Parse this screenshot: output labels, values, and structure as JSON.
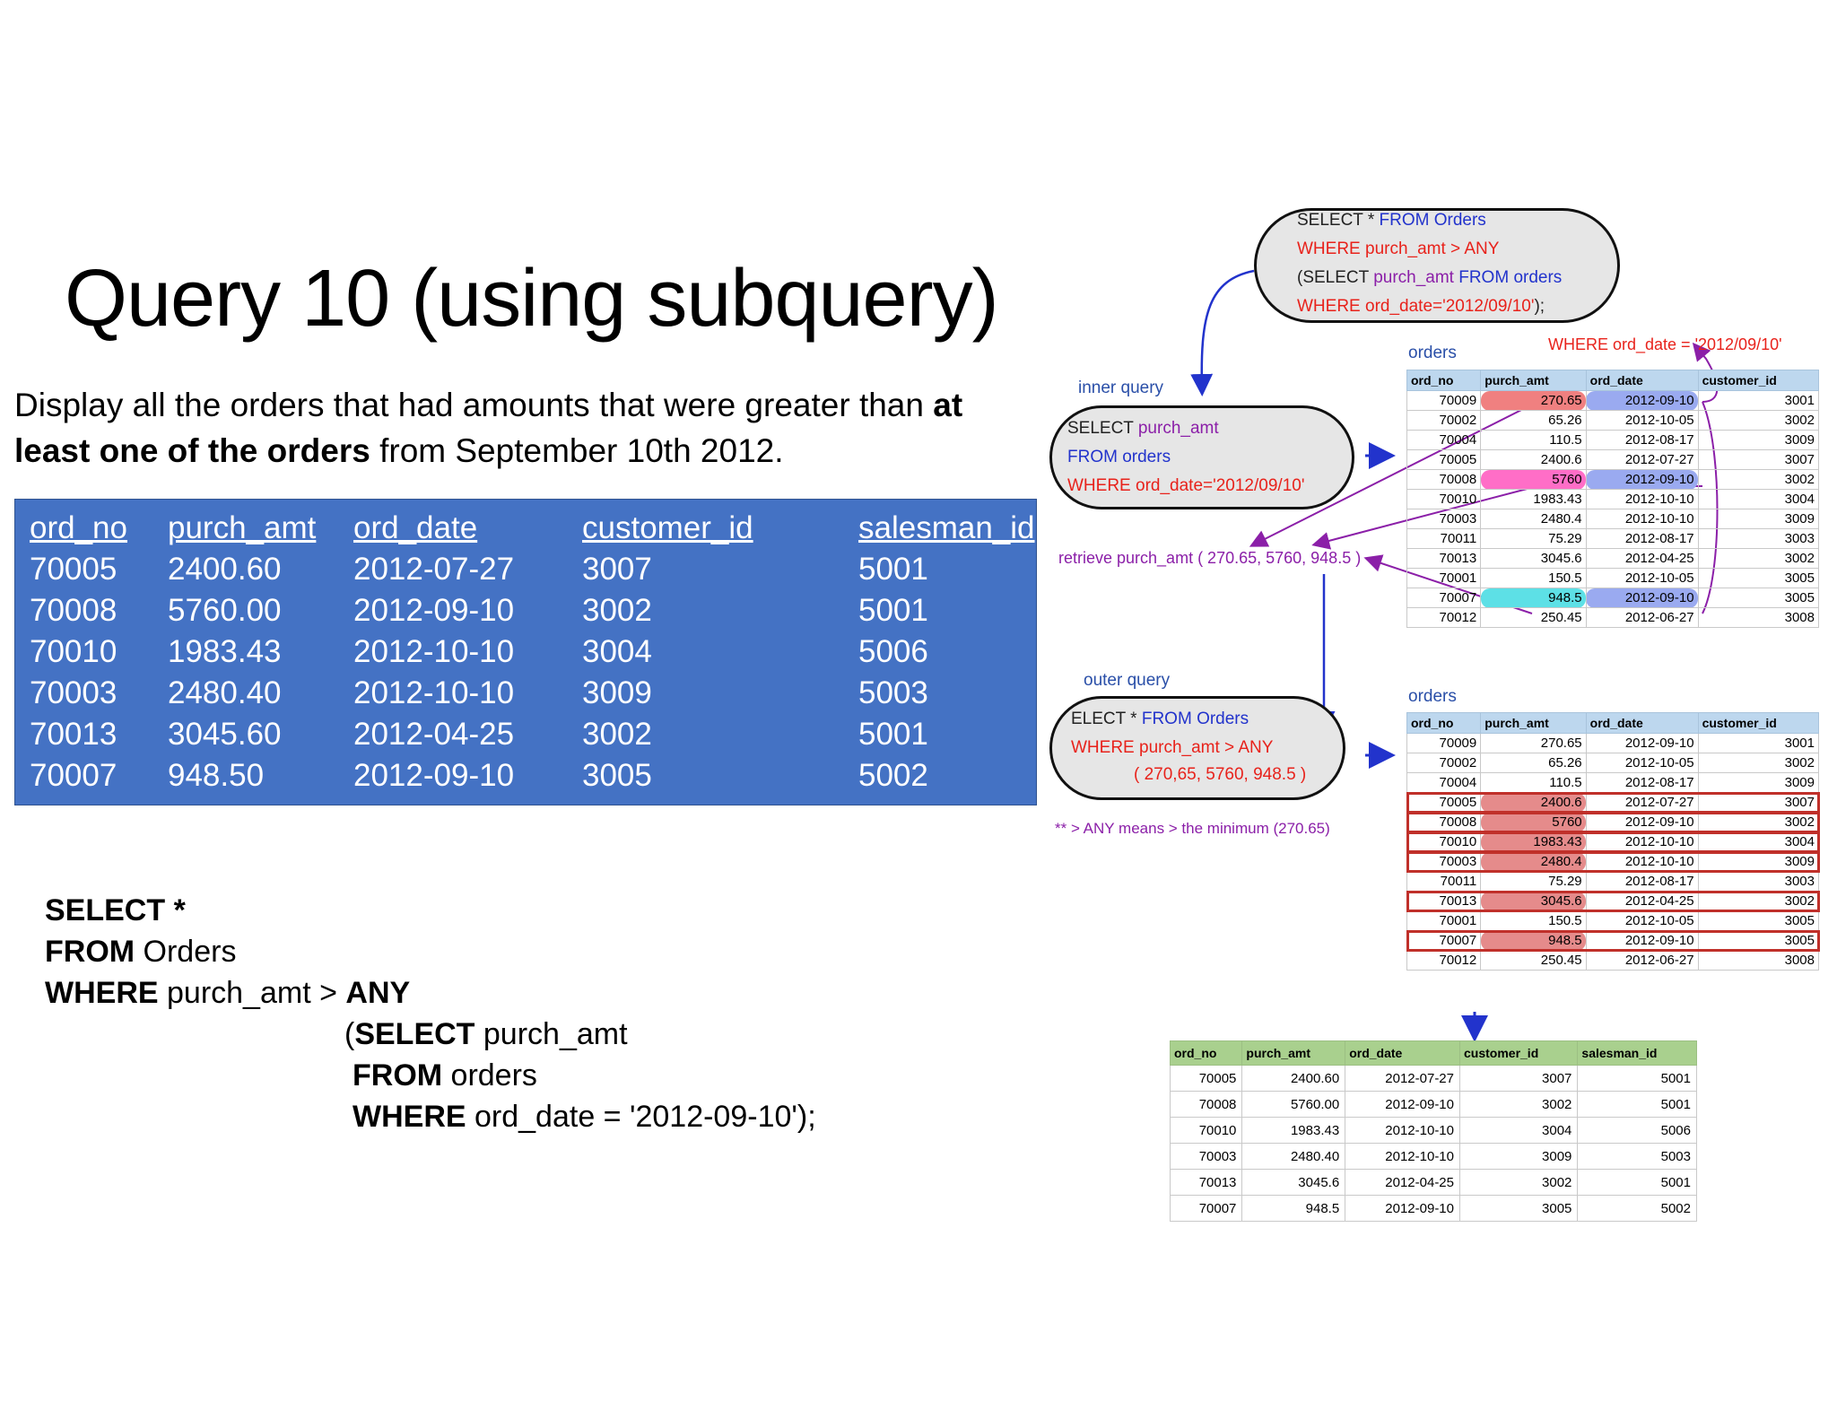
{
  "slide": {
    "title": "Query 10 (using subquery)",
    "description": {
      "part1": "Display all the orders that had amounts that were greater than ",
      "bold": "at least one of the orders",
      "part2": " from September 10th 2012."
    }
  },
  "result_table": {
    "headers": [
      "ord_no",
      "purch_amt",
      "ord_date",
      "customer_id",
      "salesman_id"
    ],
    "rows": [
      [
        "70005",
        "2400.60",
        "2012-07-27",
        "3007",
        "5001"
      ],
      [
        "70008",
        "5760.00",
        "2012-09-10",
        "3002",
        "5001"
      ],
      [
        "70010",
        "1983.43",
        "2012-10-10",
        "3004",
        "5006"
      ],
      [
        "70003",
        "2480.40",
        "2012-10-10",
        "3009",
        "5003"
      ],
      [
        "70013",
        "3045.60",
        "2012-04-25",
        "3002",
        "5001"
      ],
      [
        "70007",
        "948.50",
        "2012-09-10",
        "3005",
        "5002"
      ]
    ]
  },
  "sql": {
    "l1_kw": "SELECT *",
    "l2_kw": "FROM",
    "l2_rest": " Orders",
    "l3_kw": "WHERE",
    "l3_rest": " purch_amt > ",
    "l3_kw2": "ANY",
    "l4_pre": "(",
    "l4_kw": "SELECT",
    "l4_rest": " purch_amt",
    "l5_kw": "FROM",
    "l5_rest": " orders",
    "l6_kw": "WHERE",
    "l6_rest": "  ord_date = '2012-09-10');"
  },
  "diagram": {
    "top_bubble": {
      "l1a": "SELECT * ",
      "l1b": "FROM Orders",
      "l2": "WHERE purch_amt > ANY",
      "l3a": "(SELECT ",
      "l3b": "purch_amt ",
      "l3c": "FROM orders",
      "l4a": "WHERE  ord_date='2012/09/10'",
      "l4b": ");"
    },
    "inner_label": "inner query",
    "inner_bubble": {
      "l1a": "SELECT ",
      "l1b": "purch_amt",
      "l2": "FROM orders",
      "l3": "WHERE  ord_date='2012/09/10'"
    },
    "retrieve_label": "retrieve purch_amt ( 270.65, 5760, 948.5 )",
    "outer_label": "outer query",
    "outer_bubble": {
      "l1a": "ELECT * ",
      "l1b": "FROM Orders",
      "l2": "WHERE purch_amt > ANY",
      "l3": "( 270,65, 5760, 948.5 )"
    },
    "note": "**   > ANY means > the minimum (270.65)",
    "orders_label_1": "orders",
    "orders_label_2": "orders",
    "where_label": "WHERE ord_date = '2012/09/10'",
    "orders_headers": [
      "ord_no",
      "purch_amt",
      "ord_date",
      "customer_id"
    ],
    "orders_rows": [
      [
        "70009",
        "270.65",
        "2012-09-10",
        "3001"
      ],
      [
        "70002",
        "65.26",
        "2012-10-05",
        "3002"
      ],
      [
        "70004",
        "110.5",
        "2012-08-17",
        "3009"
      ],
      [
        "70005",
        "2400.6",
        "2012-07-27",
        "3007"
      ],
      [
        "70008",
        "5760",
        "2012-09-10",
        "3002"
      ],
      [
        "70010",
        "1983.43",
        "2012-10-10",
        "3004"
      ],
      [
        "70003",
        "2480.4",
        "2012-10-10",
        "3009"
      ],
      [
        "70011",
        "75.29",
        "2012-08-17",
        "3003"
      ],
      [
        "70013",
        "3045.6",
        "2012-04-25",
        "3002"
      ],
      [
        "70001",
        "150.5",
        "2012-10-05",
        "3005"
      ],
      [
        "70007",
        "948.5",
        "2012-09-10",
        "3005"
      ],
      [
        "70012",
        "250.45",
        "2012-06-27",
        "3008"
      ]
    ],
    "result_headers": [
      "ord_no",
      "purch_amt",
      "ord_date",
      "customer_id",
      "salesman_id"
    ],
    "result_rows": [
      [
        "70005",
        "2400.60",
        "2012-07-27",
        "3007",
        "5001"
      ],
      [
        "70008",
        "5760.00",
        "2012-09-10",
        "3002",
        "5001"
      ],
      [
        "70010",
        "1983.43",
        "2012-10-10",
        "3004",
        "5006"
      ],
      [
        "70003",
        "2480.40",
        "2012-10-10",
        "3009",
        "5003"
      ],
      [
        "70013",
        "3045.6",
        "2012-04-25",
        "3002",
        "5001"
      ],
      [
        "70007",
        "948.5",
        "2012-09-10",
        "3005",
        "5002"
      ]
    ],
    "colors": {
      "keyword_blue": "#2233cc",
      "keyword_red": "#e8221b",
      "purple": "#8b1fa8",
      "highlight_red": "#f08080",
      "highlight_blue": "#9aaaf0",
      "highlight_pink": "#ff6ec7",
      "highlight_cyan": "#5de0e6",
      "row_outline": "#c0302a"
    }
  }
}
